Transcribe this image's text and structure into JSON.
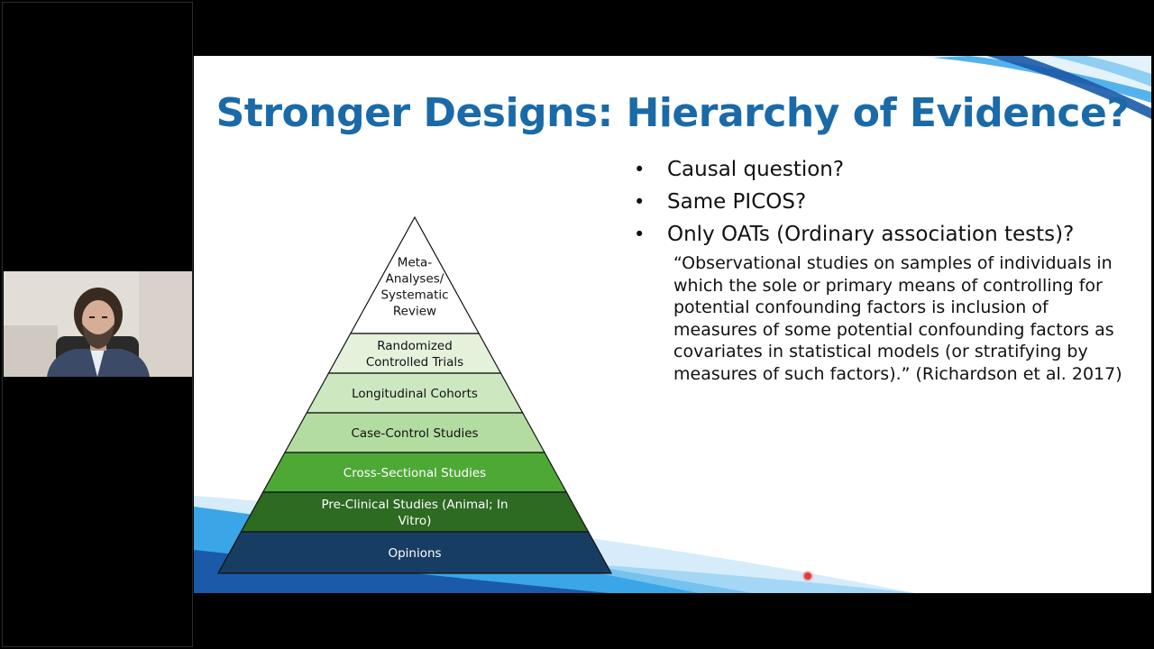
{
  "slide": {
    "title": "Stronger Designs: Hierarchy of Evidence?",
    "bullets": [
      "Causal question?",
      "Same PICOS?",
      "Only OATs (Ordinary association tests)?"
    ],
    "quote_lines": [
      "“Observational studies on samples of individuals in",
      "which the sole or primary means of controlling for",
      "potential confounding factors is inclusion of",
      "measures of some potential confounding factors as",
      "covariates in statistical models (or stratifying by",
      "measures of such factors).” (Richardson et al. 2017)"
    ],
    "pyramid": [
      {
        "lines": [
          "Meta-",
          "Analyses/",
          "Systematic",
          "Review"
        ],
        "fill": "#ffffff",
        "text_color": "#111111"
      },
      {
        "lines": [
          "Randomized",
          "Controlled Trials"
        ],
        "fill": "#e4f2dc",
        "text_color": "#111111"
      },
      {
        "lines": [
          "Longitudinal Cohorts"
        ],
        "fill": "#cde8c0",
        "text_color": "#111111"
      },
      {
        "lines": [
          "Case-Control Studies"
        ],
        "fill": "#b3dca0",
        "text_color": "#111111"
      },
      {
        "lines": [
          "Cross-Sectional Studies"
        ],
        "fill": "#4ea836",
        "text_color": "#ffffff"
      },
      {
        "lines": [
          "Pre-Clinical Studies (Animal; In",
          "Vitro)"
        ],
        "fill": "#2d6a22",
        "text_color": "#ffffff"
      },
      {
        "lines": [
          "Opinions"
        ],
        "fill": "#183d62",
        "text_color": "#ffffff"
      }
    ]
  },
  "colors": {
    "title": "#1a6aa8",
    "swoosh_dark": "#1a5aa8",
    "swoosh_light": "#3aa6e8"
  }
}
